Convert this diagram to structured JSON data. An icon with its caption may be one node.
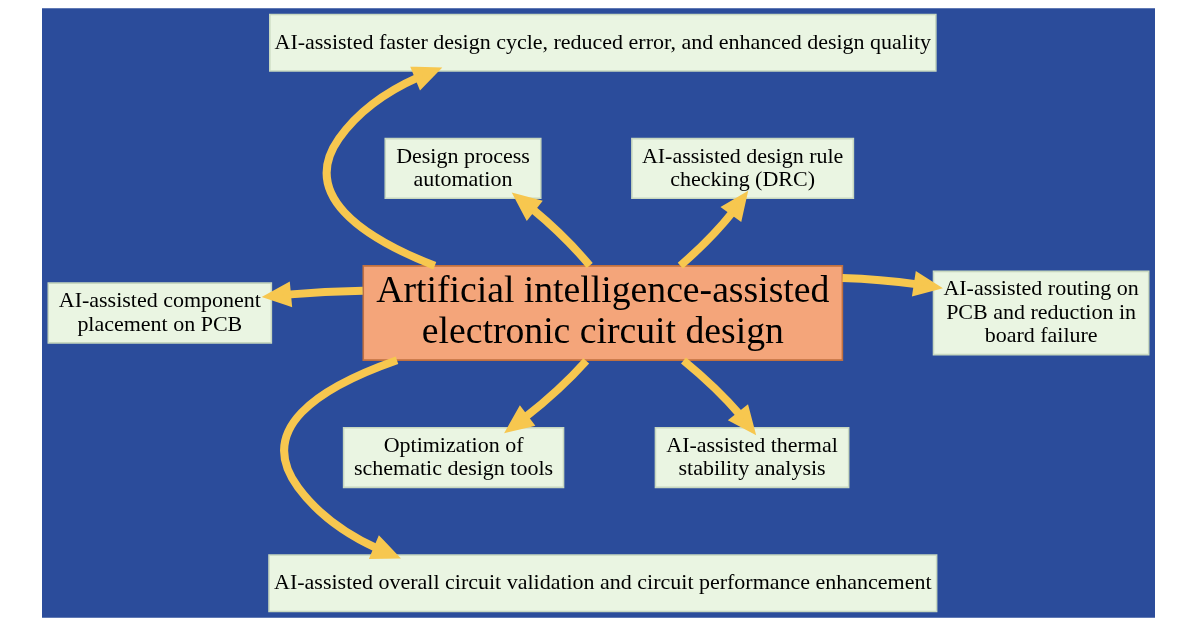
{
  "diagram": {
    "nodes": [
      {
        "text": [
          "Artificial intelligence-assisted electronic circuit design"
        ]
      },
      {
        "text": [
          "AI-assisted faster design cycle, reduced error, and enhanced design quality"
        ]
      },
      {
        "text": [
          "Design process automation"
        ]
      },
      {
        "text": [
          "AI-assisted design rule checking (DRC)"
        ]
      },
      {
        "text": [
          "AI-assisted component placement on PCB"
        ]
      },
      {
        "text": [
          "AI-assisted routing on PCB and reduction in board failure"
        ]
      },
      {
        "text": [
          "Optimization of schematic design tools"
        ]
      },
      {
        "text": [
          "AI-assisted thermal stability analysis"
        ]
      },
      {
        "text": [
          "AI-assisted overall circuit validation and circuit performance enhancement"
        ]
      }
    ],
    "edges": [
      {
        "from": 0,
        "to": 1,
        "arrow": "to"
      },
      {
        "from": 0,
        "to": 2,
        "arrow": "to"
      },
      {
        "from": 0,
        "to": 3,
        "arrow": "to"
      },
      {
        "from": 0,
        "to": 4,
        "arrow": "to"
      },
      {
        "from": 0,
        "to": 5,
        "arrow": "to"
      },
      {
        "from": 0,
        "to": 6,
        "arrow": "to"
      },
      {
        "from": 0,
        "to": 7,
        "arrow": "to"
      },
      {
        "from": 0,
        "to": 8,
        "arrow": "to"
      }
    ]
  }
}
